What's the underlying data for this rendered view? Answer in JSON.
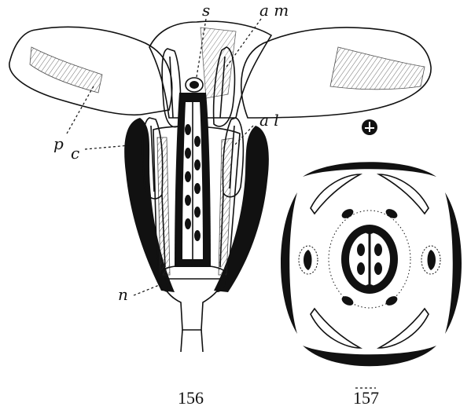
{
  "figure_left": {
    "number": "156",
    "labels": {
      "s": "s",
      "am": "a m",
      "al": "a l",
      "p": "p",
      "c": "c",
      "n": "n"
    }
  },
  "figure_right": {
    "number": "157"
  }
}
